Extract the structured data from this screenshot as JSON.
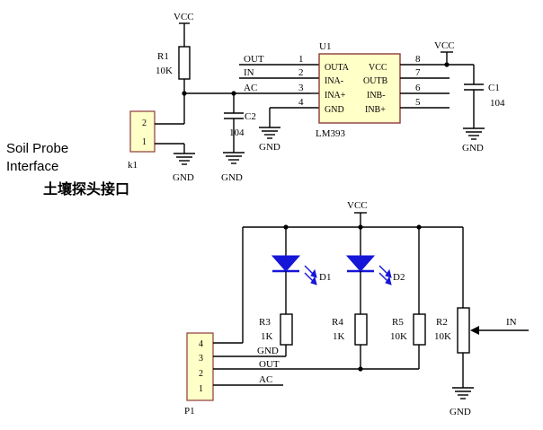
{
  "labels": {
    "vcc": "VCC",
    "gnd": "GND",
    "r1_ref": "R1",
    "r1_val": "10K",
    "r2_ref": "R2",
    "r2_val": "10K",
    "r3_ref": "R3",
    "r3_val": "1K",
    "r4_ref": "R4",
    "r4_val": "1K",
    "r5_ref": "R5",
    "r5_val": "10K",
    "c1_ref": "C1",
    "c1_val": "104",
    "c2_ref": "C2",
    "c2_val": "104",
    "u1_ref": "U1",
    "u1_part": "LM393",
    "k1_ref": "k1",
    "p1_ref": "P1",
    "d1_ref": "D1",
    "d2_ref": "D2",
    "in_label": "IN",
    "net_out": "OUT",
    "net_in": "IN",
    "net_ac": "AC",
    "net_gnd": "GND"
  },
  "u1_pins_left": [
    {
      "num": "1",
      "name": "OUTA",
      "net": "OUT"
    },
    {
      "num": "2",
      "name": "INA-",
      "net": "IN"
    },
    {
      "num": "3",
      "name": "INA+",
      "net": "AC"
    },
    {
      "num": "4",
      "name": "GND",
      "net": ""
    }
  ],
  "u1_pins_right": [
    {
      "num": "8",
      "name": "VCC"
    },
    {
      "num": "7",
      "name": "OUTB"
    },
    {
      "num": "6",
      "name": "INB-"
    },
    {
      "num": "5",
      "name": "INB+"
    }
  ],
  "k1_pins": [
    "2",
    "1"
  ],
  "p1_pins": [
    "4",
    "3",
    "2",
    "1"
  ],
  "soil_probe": {
    "title_en_line1": "Soil Probe",
    "title_en_line2": "Interface",
    "title_cn": "土壤探头接口"
  },
  "colors": {
    "led": "#1616d8",
    "ic_fill": "#ffffc8",
    "ic_border": "#8b3a3a"
  }
}
